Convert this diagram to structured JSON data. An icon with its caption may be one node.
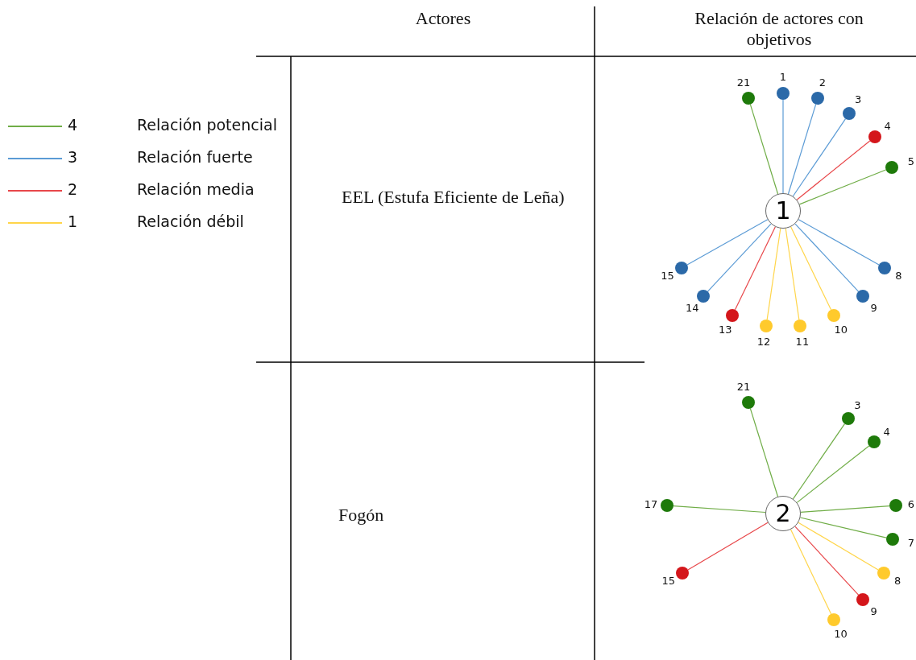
{
  "diagram": {
    "nodes": [
      {
        "text": [
          "1"
        ]
      },
      {
        "text": [
          "21"
        ]
      },
      {
        "text": [
          "1"
        ]
      },
      {
        "text": [
          "2"
        ]
      },
      {
        "text": [
          "3"
        ]
      },
      {
        "text": [
          "4"
        ]
      },
      {
        "text": [
          "5"
        ]
      },
      {
        "text": [
          "8"
        ]
      },
      {
        "text": [
          "9"
        ]
      },
      {
        "text": [
          "10"
        ]
      },
      {
        "text": [
          "11"
        ]
      },
      {
        "text": [
          "12"
        ]
      },
      {
        "text": [
          "13"
        ]
      },
      {
        "text": [
          "14"
        ]
      },
      {
        "text": [
          "15"
        ]
      },
      {
        "text": [
          "2"
        ]
      },
      {
        "text": [
          "21"
        ]
      },
      {
        "text": [
          "3"
        ]
      },
      {
        "text": [
          "4"
        ]
      },
      {
        "text": [
          "6"
        ]
      },
      {
        "text": [
          "7"
        ]
      },
      {
        "text": [
          "8"
        ]
      },
      {
        "text": [
          "9"
        ]
      },
      {
        "text": [
          "10"
        ]
      },
      {
        "text": [
          "15"
        ]
      },
      {
        "text": [
          "17"
        ]
      }
    ],
    "edges": [
      {
        "from": 0,
        "to": 1,
        "arrow": "none"
      },
      {
        "from": 0,
        "to": 2,
        "arrow": "none",
        "color": "#5b9bd5"
      },
      {
        "from": 0,
        "to": 3,
        "arrow": "none",
        "color": "#5b9bd5"
      },
      {
        "from": 0,
        "to": 4,
        "arrow": "none",
        "color": "#5b9bd5"
      },
      {
        "from": 0,
        "to": 5,
        "arrow": "none",
        "color": "#e8474a"
      },
      {
        "from": 0,
        "to": 6,
        "arrow": "none"
      },
      {
        "from": 0,
        "to": 7,
        "arrow": "none",
        "color": "#5b9bd5"
      },
      {
        "from": 0,
        "to": 8,
        "arrow": "none",
        "color": "#5b9bd5"
      },
      {
        "from": 0,
        "to": 9,
        "arrow": "none",
        "color": "#ffd54a"
      },
      {
        "from": 0,
        "to": 10,
        "arrow": "none",
        "color": "#ffd54a"
      },
      {
        "from": 0,
        "to": 11,
        "arrow": "none",
        "color": "#ffd54a"
      },
      {
        "from": 0,
        "to": 12,
        "arrow": "none",
        "color": "#e8474a"
      },
      {
        "from": 0,
        "to": 13,
        "arrow": "none",
        "color": "#5b9bd5"
      },
      {
        "from": 0,
        "to": 14,
        "arrow": "none",
        "color": "#5b9bd5"
      },
      {
        "from": 15,
        "to": 16,
        "arrow": "none"
      },
      {
        "from": 15,
        "to": 17,
        "arrow": "none"
      },
      {
        "from": 15,
        "to": 18,
        "arrow": "none"
      },
      {
        "from": 15,
        "to": 19,
        "arrow": "none"
      },
      {
        "from": 15,
        "to": 20,
        "arrow": "none"
      },
      {
        "from": 15,
        "to": 21,
        "arrow": "none",
        "color": "#ffd54a"
      },
      {
        "from": 15,
        "to": 22,
        "arrow": "none",
        "color": "#e8474a"
      },
      {
        "from": 15,
        "to": 23,
        "arrow": "none",
        "color": "#ffd54a"
      },
      {
        "from": 15,
        "to": 24,
        "arrow": "none",
        "color": "#e8474a"
      },
      {
        "from": 15,
        "to": 25,
        "arrow": "none"
      }
    ],
    "labels": [
      "Actores",
      "Relación de actores con objetivos",
      "4",
      "3",
      "2",
      "1",
      "EEL (Estufa Eficiente de Leña)",
      "Fogón"
    ],
    "legend": [
      {
        "text": "Relación potencial",
        "color": "#70ad47"
      },
      {
        "text": "Relación fuerte",
        "color": "#5b9bd5"
      },
      {
        "text": "Relación media",
        "color": "#e8474a"
      },
      {
        "text": "Relación débil",
        "color": "#ffd54a"
      }
    ]
  }
}
